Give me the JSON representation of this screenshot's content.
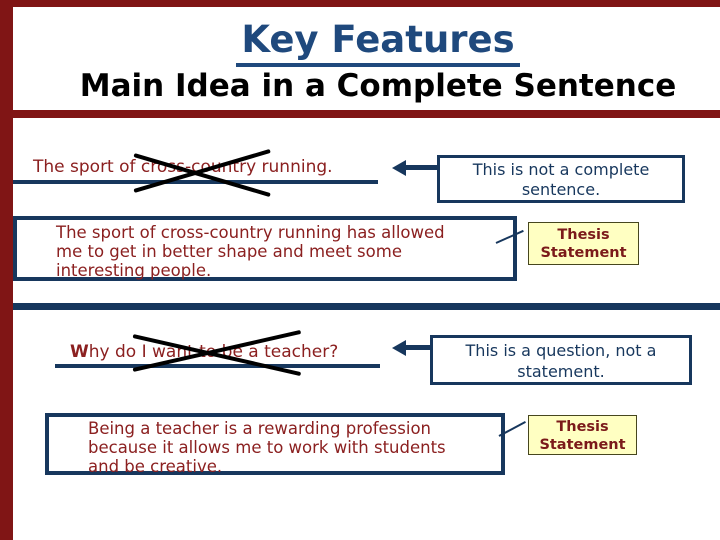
{
  "title": "Key Features",
  "subtitle": "Main Idea in a Complete Sentence",
  "colors": {
    "navy": "#17375D",
    "title_navy": "#1F497D",
    "maroon_text": "#8B2020",
    "frame_red": "#801515",
    "label_yellow": "#FFFFC2",
    "strike_black": "#000000",
    "background": "#FFFFFF"
  },
  "example1": {
    "crossed_sentence": "The sport of cross-country running.",
    "callout_lines": [
      "This is not a complete",
      "sentence."
    ],
    "thesis_lines": [
      "The sport of cross-country running has allowed",
      "me to get in better shape and meet some",
      "interesting people."
    ],
    "label_lines": [
      "Thesis",
      "Statement"
    ]
  },
  "example2": {
    "crossed_sentence": "Why do I want to be a teacher?",
    "callout_lines": [
      "This is a question, not a",
      "statement."
    ],
    "thesis_lines": [
      "Being a teacher is a rewarding profession",
      "because it allows me to work with students",
      "and be creative."
    ],
    "label_lines": [
      "Thesis",
      "Statement"
    ]
  }
}
